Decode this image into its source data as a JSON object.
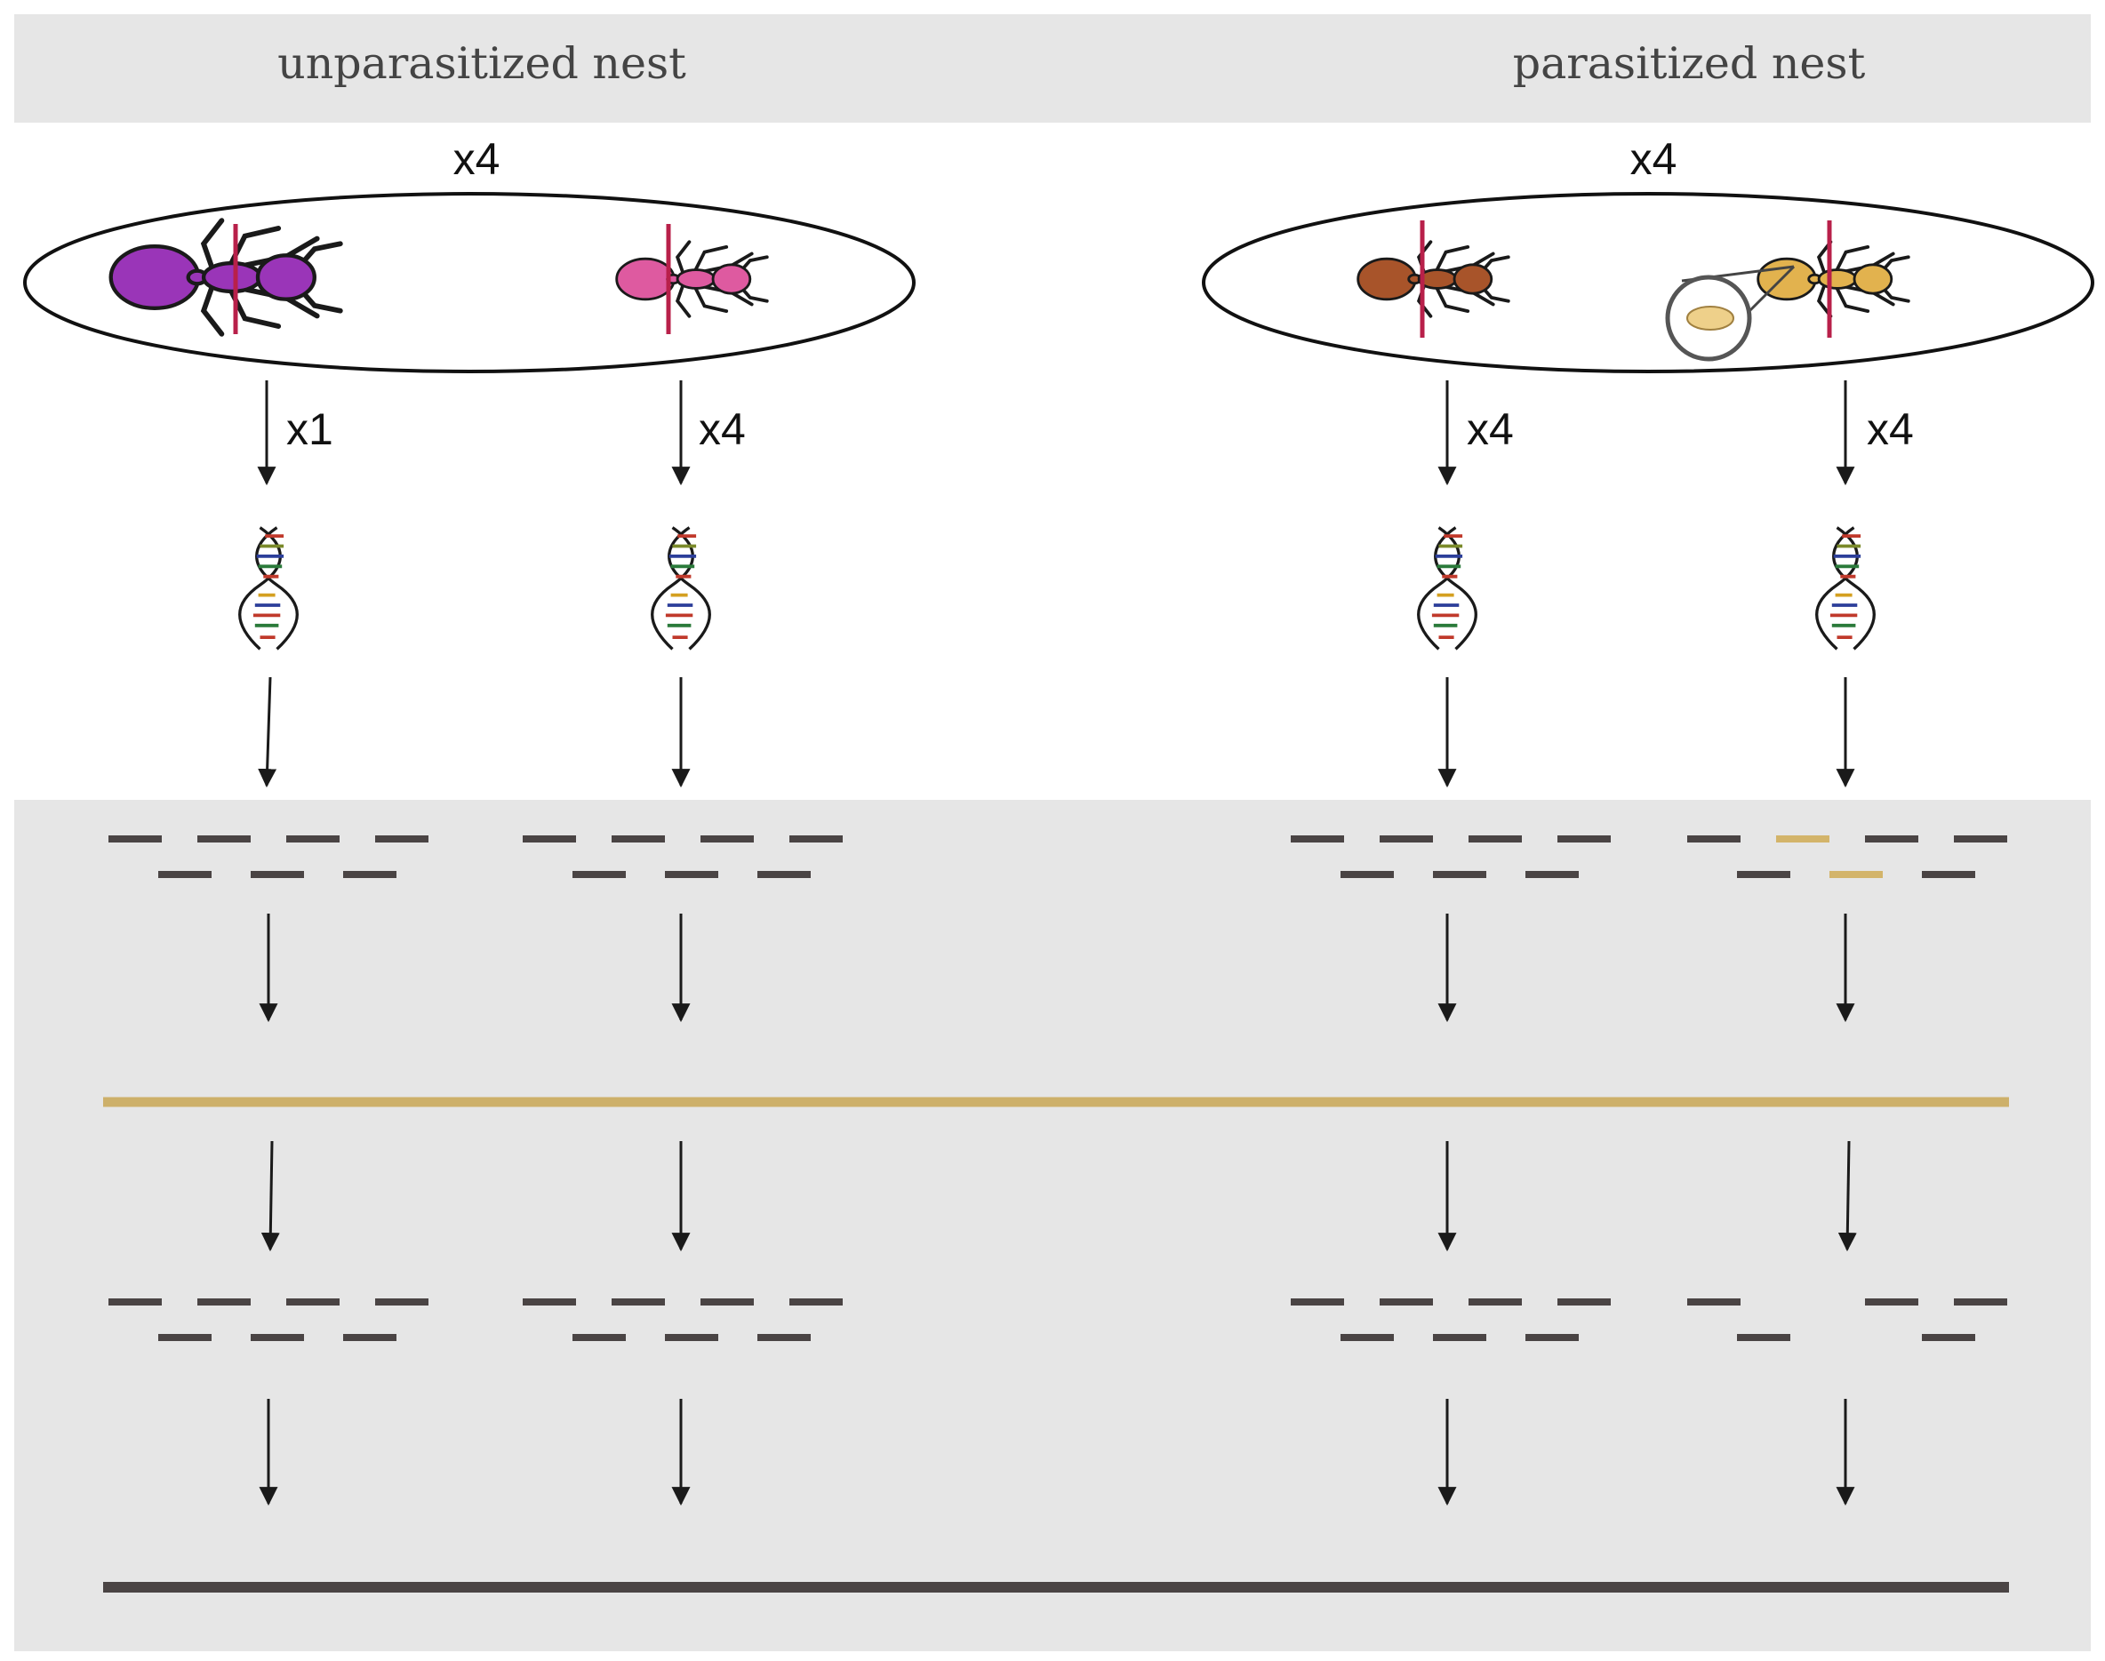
{
  "header": {
    "left_title": "unparasitized nest",
    "right_title": "parasitized nest"
  },
  "nests": [
    {
      "multiplier": "x4",
      "individuals": [
        {
          "label": "queen",
          "color": "#9a35b8",
          "multiplier": "x1"
        },
        {
          "label": "worker",
          "color": "#de5aa0",
          "multiplier": "x4"
        }
      ]
    },
    {
      "multiplier": "x4",
      "individuals": [
        {
          "label": "worker",
          "color": "#a8542a",
          "multiplier": "x4"
        },
        {
          "label": "worker-with-parasite",
          "color": "#e2b24e",
          "multiplier": "x4"
        }
      ]
    }
  ],
  "colors": {
    "read": "#4a4444",
    "parasite_read": "#d3b46a",
    "parasite_genome": "#cdb06a",
    "host_genome": "#4a4444",
    "cut_line": "#b8204a",
    "panel_bg": "#e6e6e6",
    "parasite_cell": "#eed08a"
  },
  "icons": [
    "ant-icon",
    "dna-icon",
    "magnifier-icon",
    "arrow-icon"
  ]
}
